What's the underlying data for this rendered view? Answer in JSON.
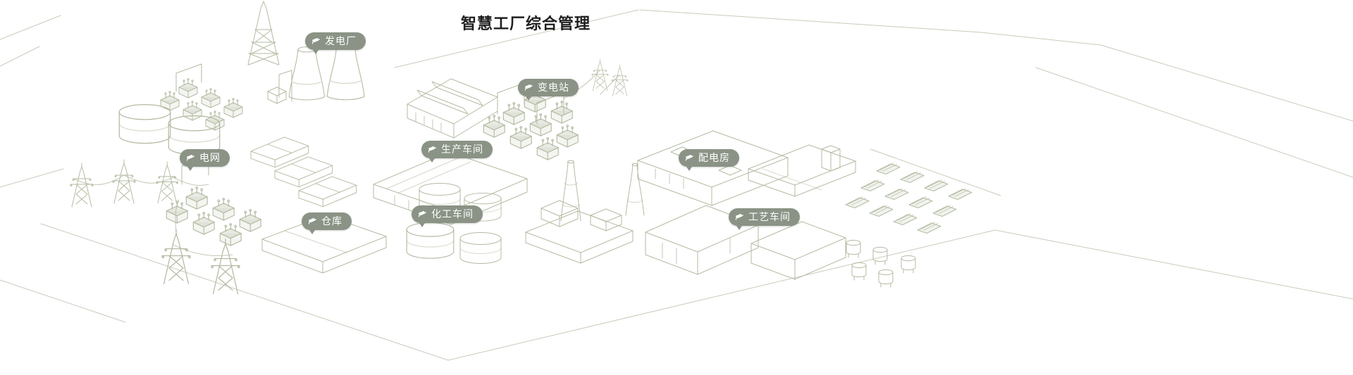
{
  "page": {
    "title": "智慧工厂综合管理"
  },
  "markers": [
    {
      "name": "power-plant",
      "label": "发电厂",
      "icon": "camera-icon"
    },
    {
      "name": "substation",
      "label": "变电站",
      "icon": "camera-icon"
    },
    {
      "name": "power-grid",
      "label": "电网",
      "icon": "camera-icon"
    },
    {
      "name": "production-workshop",
      "label": "生产车间",
      "icon": "camera-icon"
    },
    {
      "name": "distribution-room",
      "label": "配电房",
      "icon": "camera-icon"
    },
    {
      "name": "warehouse",
      "label": "仓库",
      "icon": "camera-icon"
    },
    {
      "name": "chemical-workshop",
      "label": "化工车间",
      "icon": "camera-icon"
    },
    {
      "name": "process-workshop",
      "label": "工艺车间",
      "icon": "camera-icon"
    }
  ],
  "colors": {
    "line": "#b3bba2",
    "badge_bg": "#8a9385",
    "badge_text": "#ffffff",
    "title": "#1f1f1f",
    "background": "#ffffff"
  }
}
